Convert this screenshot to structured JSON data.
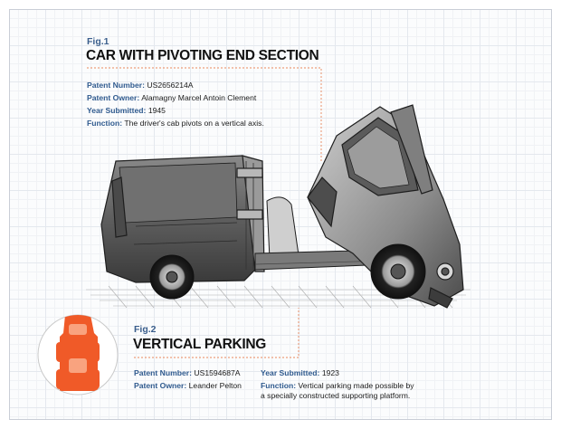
{
  "fig1": {
    "label": "Fig.1",
    "title": "CAR WITH PIVOTING END SECTION",
    "patent_number_key": "Patent Number:",
    "patent_number": "US2656214A",
    "patent_owner_key": "Patent Owner:",
    "patent_owner": "Alamagny Marcel Antoin Clement",
    "year_key": "Year Submitted:",
    "year": "1945",
    "function_key": "Function:",
    "function": "The driver's cab pivots on a vertical axis."
  },
  "fig2": {
    "label": "Fig.2",
    "title": "VERTICAL PARKING",
    "patent_number_key": "Patent Number:",
    "patent_number": "US1594687A",
    "patent_owner_key": "Patent Owner:",
    "patent_owner": "Leander Pelton",
    "year_key": "Year Submitted:",
    "year": "1923",
    "function_key": "Function:",
    "function_line1": "Vertical parking made possible by",
    "function_line2": "a specially constructed supporting platform."
  },
  "colors": {
    "accent_blue": "#2f5a8e",
    "highlight_orange": "#f05a28",
    "leader_line": "#e8875c",
    "grid": "#e4e8ee",
    "sketch_dark": "#2b2b2b"
  }
}
